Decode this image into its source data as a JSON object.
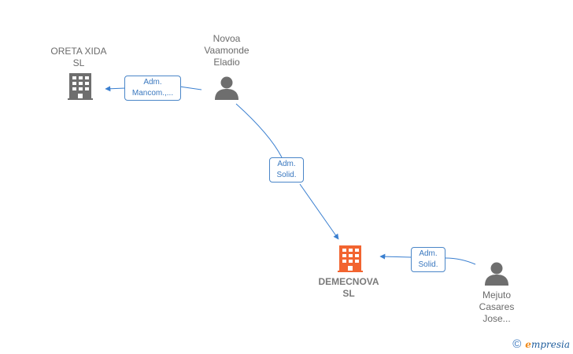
{
  "nodes": [
    {
      "id": "oreta",
      "kind": "company",
      "lines": [
        "ORETA XIDA",
        "SL"
      ],
      "color": "#6e6e6e"
    },
    {
      "id": "novoa",
      "kind": "person",
      "lines": [
        "Novoa",
        "Vaamonde",
        "Eladio"
      ],
      "color": "#6e6e6e"
    },
    {
      "id": "demecnova",
      "kind": "company",
      "lines": [
        "DEMECNOVA",
        "SL"
      ],
      "color": "#f26430",
      "highlight": true
    },
    {
      "id": "mejuto",
      "kind": "person",
      "lines": [
        "Mejuto",
        "Casares",
        "Jose..."
      ],
      "color": "#6e6e6e"
    }
  ],
  "edges": [
    {
      "id": "novoa-oreta",
      "from": "novoa",
      "to": "oreta",
      "lines": [
        "Adm.",
        "Mancom.,..."
      ]
    },
    {
      "id": "novoa-demecnova",
      "from": "novoa",
      "to": "demecnova",
      "lines": [
        "Adm.",
        "Solid."
      ]
    },
    {
      "id": "mejuto-demecnova",
      "from": "mejuto",
      "to": "demecnova",
      "lines": [
        "Adm.",
        "Solid."
      ]
    }
  ],
  "colors": {
    "edge": "#3a7fd0",
    "label_border": "#4a86c8",
    "label_text": "#3a78bf"
  },
  "watermark": {
    "symbol": "©",
    "brand_initial": "e",
    "brand_rest": "mpresia"
  }
}
